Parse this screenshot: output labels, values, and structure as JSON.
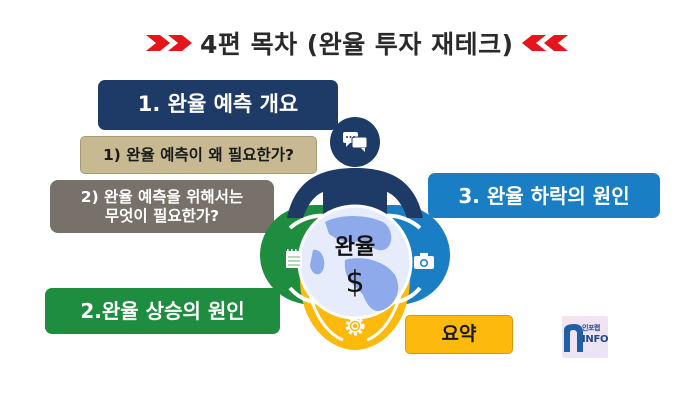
{
  "header": {
    "title": "4편 목차 (완율 투자 재테크)"
  },
  "colors": {
    "chevron": "#e4161c",
    "navy": "#1e3a67",
    "tan": "#c7ba93",
    "gray": "#77716a",
    "blue": "#1a7ec4",
    "green": "#1f8d3f",
    "yellow": "#fdba0d"
  },
  "sections": {
    "s1": {
      "label": "1. 완율 예측 개요"
    },
    "s1_sub1": {
      "label": "1) 완율 예측이 왜 필요한가?"
    },
    "s1_sub2": {
      "line1": "2) 완율 예측을 위해서는",
      "line2": "무엇이 필요한가?"
    },
    "s2": {
      "label": "2.완율 상승의 원인"
    },
    "s3": {
      "label": "3. 완율 하락의 원인"
    },
    "summary": {
      "label": "요약"
    }
  },
  "diagram": {
    "center_word": "완율",
    "center_symbol": "$",
    "icons": [
      "chat-bubbles-icon",
      "notepad-icon",
      "camera-icon",
      "gear-icon"
    ]
  },
  "logo": {
    "top_text": "인포랩",
    "bottom_text": "INFO"
  }
}
